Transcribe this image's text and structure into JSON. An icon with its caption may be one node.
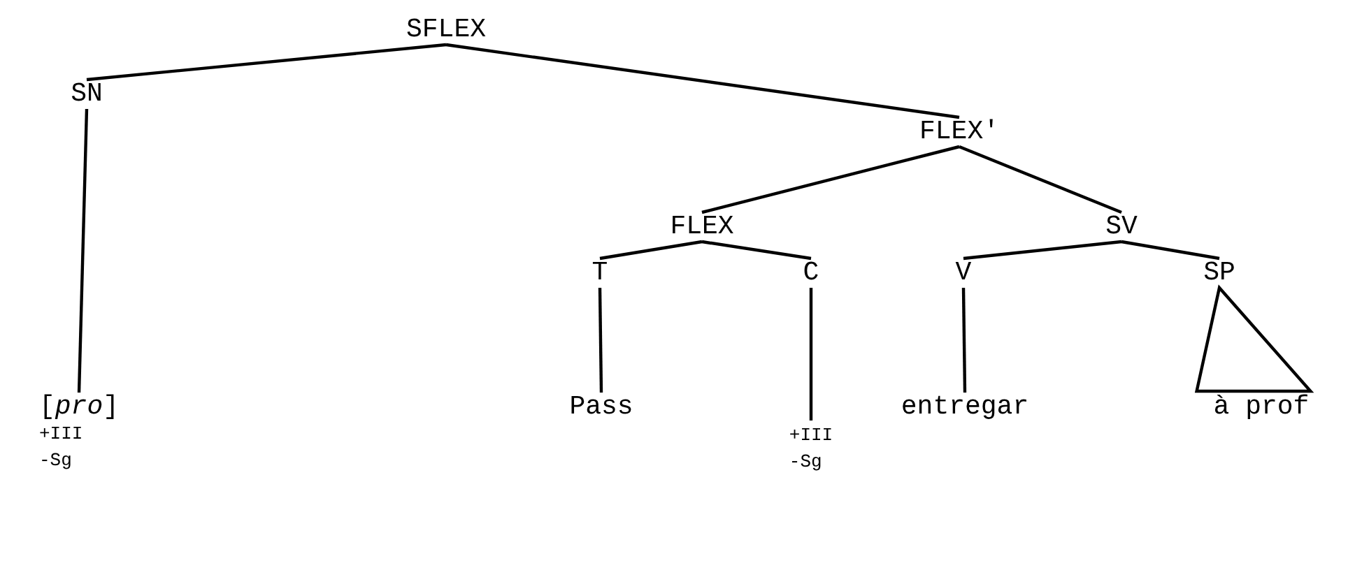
{
  "diagram": {
    "nodes": [
      {
        "text": [
          "SFLEX"
        ]
      },
      {
        "text": [
          "SN"
        ]
      },
      {
        "text": [
          "FLEX'"
        ]
      },
      {
        "text": [
          "FLEX"
        ]
      },
      {
        "text": [
          "SV"
        ]
      },
      {
        "text": [
          "T"
        ]
      },
      {
        "text": [
          "C"
        ]
      },
      {
        "text": [
          "V"
        ]
      },
      {
        "text": [
          "SP"
        ]
      },
      {
        "text": [
          "[*pro*]",
          "+III",
          "-Sg"
        ]
      },
      {
        "text": [
          "Pass"
        ]
      },
      {
        "text": [
          "+III",
          "-Sg"
        ]
      },
      {
        "text": [
          "entregar"
        ]
      },
      {
        "text": [
          "à prof"
        ]
      }
    ],
    "edges": [
      {
        "from": 0,
        "to": 1,
        "arrow": "none"
      },
      {
        "from": 0,
        "to": 2,
        "arrow": "none"
      },
      {
        "from": 2,
        "to": 3,
        "arrow": "none"
      },
      {
        "from": 2,
        "to": 4,
        "arrow": "none"
      },
      {
        "from": 3,
        "to": 5,
        "arrow": "none"
      },
      {
        "from": 3,
        "to": 6,
        "arrow": "none"
      },
      {
        "from": 4,
        "to": 7,
        "arrow": "none"
      },
      {
        "from": 4,
        "to": 8,
        "arrow": "none"
      },
      {
        "from": 1,
        "to": 9,
        "arrow": "none"
      },
      {
        "from": 5,
        "to": 10,
        "arrow": "none"
      },
      {
        "from": 6,
        "to": 11,
        "arrow": "none"
      },
      {
        "from": 7,
        "to": 12,
        "arrow": "none"
      },
      {
        "from": 8,
        "to": 13,
        "arrow": "none"
      }
    ]
  }
}
